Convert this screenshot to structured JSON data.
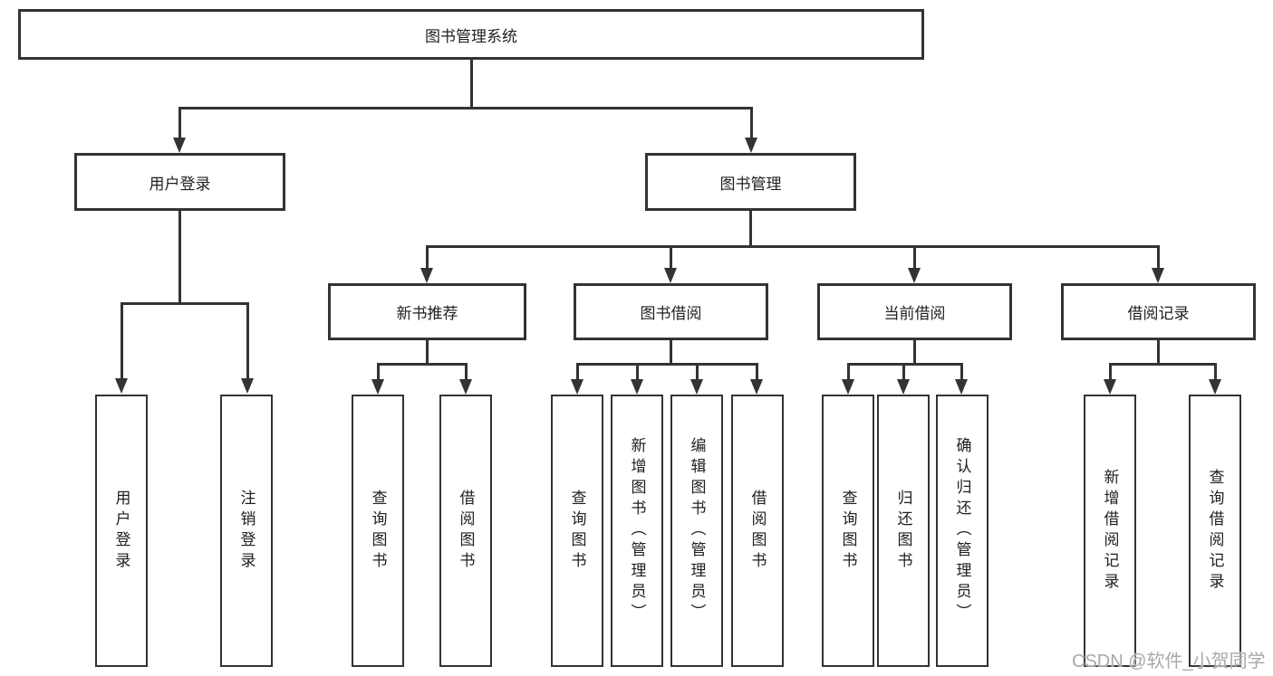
{
  "root": {
    "label": "图书管理系统"
  },
  "branches": [
    {
      "label": "用户登录",
      "children": [
        {
          "label": "用户登录"
        },
        {
          "label": "注销登录"
        }
      ]
    },
    {
      "label": "图书管理",
      "sections": [
        {
          "label": "新书推荐",
          "children": [
            {
              "label": "查询图书"
            },
            {
              "label": "借阅图书"
            }
          ]
        },
        {
          "label": "图书借阅",
          "children": [
            {
              "label": "查询图书"
            },
            {
              "label": "新增图书（管理员）"
            },
            {
              "label": "编辑图书（管理员）"
            },
            {
              "label": "借阅图书"
            }
          ]
        },
        {
          "label": "当前借阅",
          "children": [
            {
              "label": "查询图书"
            },
            {
              "label": "归还图书"
            },
            {
              "label": "确认归还（管理员）"
            }
          ]
        },
        {
          "label": "借阅记录",
          "children": [
            {
              "label": "新增借阅记录"
            },
            {
              "label": "查询借阅记录"
            }
          ]
        }
      ]
    }
  ],
  "watermark": {
    "text": "CSDN @软件_小贺同学",
    "color": "#a9a9a9"
  },
  "colors": {
    "line": "#333333",
    "text": "#1f1f1f",
    "background": "#ffffff"
  }
}
